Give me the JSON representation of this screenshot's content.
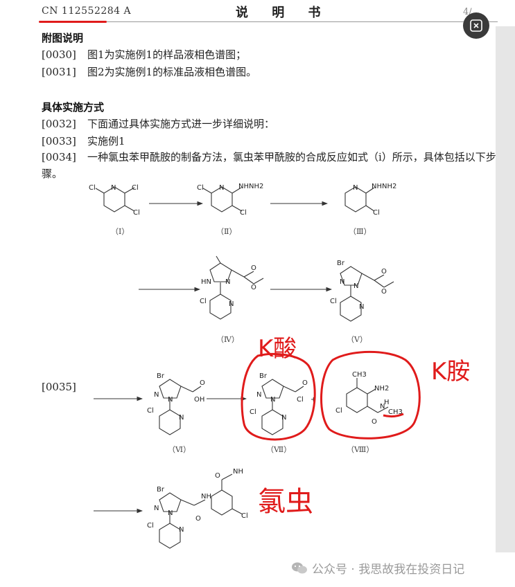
{
  "header": {
    "patent_no": "CN 112552284 A",
    "title": "说 明 书",
    "page": "4/"
  },
  "sections": {
    "figures_heading": "附图说明",
    "embodiment_heading": "具体实施方式"
  },
  "paragraphs": [
    {
      "num": "[0030]",
      "text": "图1为实施例1的样品液相色谱图；"
    },
    {
      "num": "[0031]",
      "text": "图2为实施例1的标准品液相色谱图。"
    },
    {
      "num": "[0032]",
      "text": "下面通过具体实施方式进一步详细说明："
    },
    {
      "num": "[0033]",
      "text": "实施例1"
    },
    {
      "num": "[0034]",
      "text": "一种氯虫苯甲酰胺的制备方法，氯虫苯甲酰胺的合成反应如式（i）所示，具体包括以下步骤。"
    }
  ],
  "scheme_para_num": "[0035]",
  "compound_labels": [
    "（Ⅰ）",
    "（Ⅱ）",
    "（Ⅲ）",
    "（Ⅳ）",
    "（Ⅴ）",
    "（Ⅵ）",
    "（Ⅶ）",
    "（Ⅷ）"
  ],
  "chem_text": {
    "cl": "Cl",
    "n": "N",
    "hn": "HN",
    "br": "Br",
    "nhnh2": "NHNH2",
    "oh": "OH",
    "o": "O",
    "nh": "NH",
    "nh2": "NH2",
    "ch3": "CH3",
    "h": "H",
    "plus": "+"
  },
  "annotations": {
    "k_acid": "K酸",
    "k_amine": "K胺",
    "chlor": "氯虫"
  },
  "footer": {
    "text": "公众号 · 我思故我在投资日记"
  },
  "colors": {
    "annotation_red": "#e01b1b"
  }
}
